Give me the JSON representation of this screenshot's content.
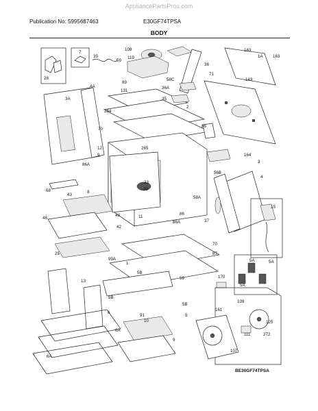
{
  "watermark": "AppliancePartsPros.com",
  "header": {
    "publication": "Publication No: 5995687463",
    "model": "E30GF74TPSA",
    "section_title": "BODY"
  },
  "diagram_code": "BE30GF74TPSA",
  "callouts": [
    "1A",
    "163",
    "163",
    "7",
    "108",
    "119",
    "36",
    "28",
    "39",
    "59",
    "58C",
    "71",
    "143",
    "89",
    "131",
    "4A",
    "3A",
    "36A",
    "35",
    "264",
    "2",
    "70",
    "86",
    "12",
    "265",
    "164",
    "9",
    "86A",
    "3",
    "56B",
    "4",
    "8",
    "43",
    "68",
    "23",
    "29",
    "58A",
    "11",
    "43",
    "15",
    "46",
    "86A",
    "86",
    "37",
    "42",
    "70",
    "25",
    "99A",
    "87",
    "13",
    "5B",
    "59",
    "5A",
    "170",
    "5B",
    "5B",
    "91",
    "5A",
    "5A",
    "109",
    "161",
    "6",
    "10",
    "6A",
    "125",
    "272",
    "111",
    "6A",
    "9",
    "5",
    "107",
    "1"
  ]
}
